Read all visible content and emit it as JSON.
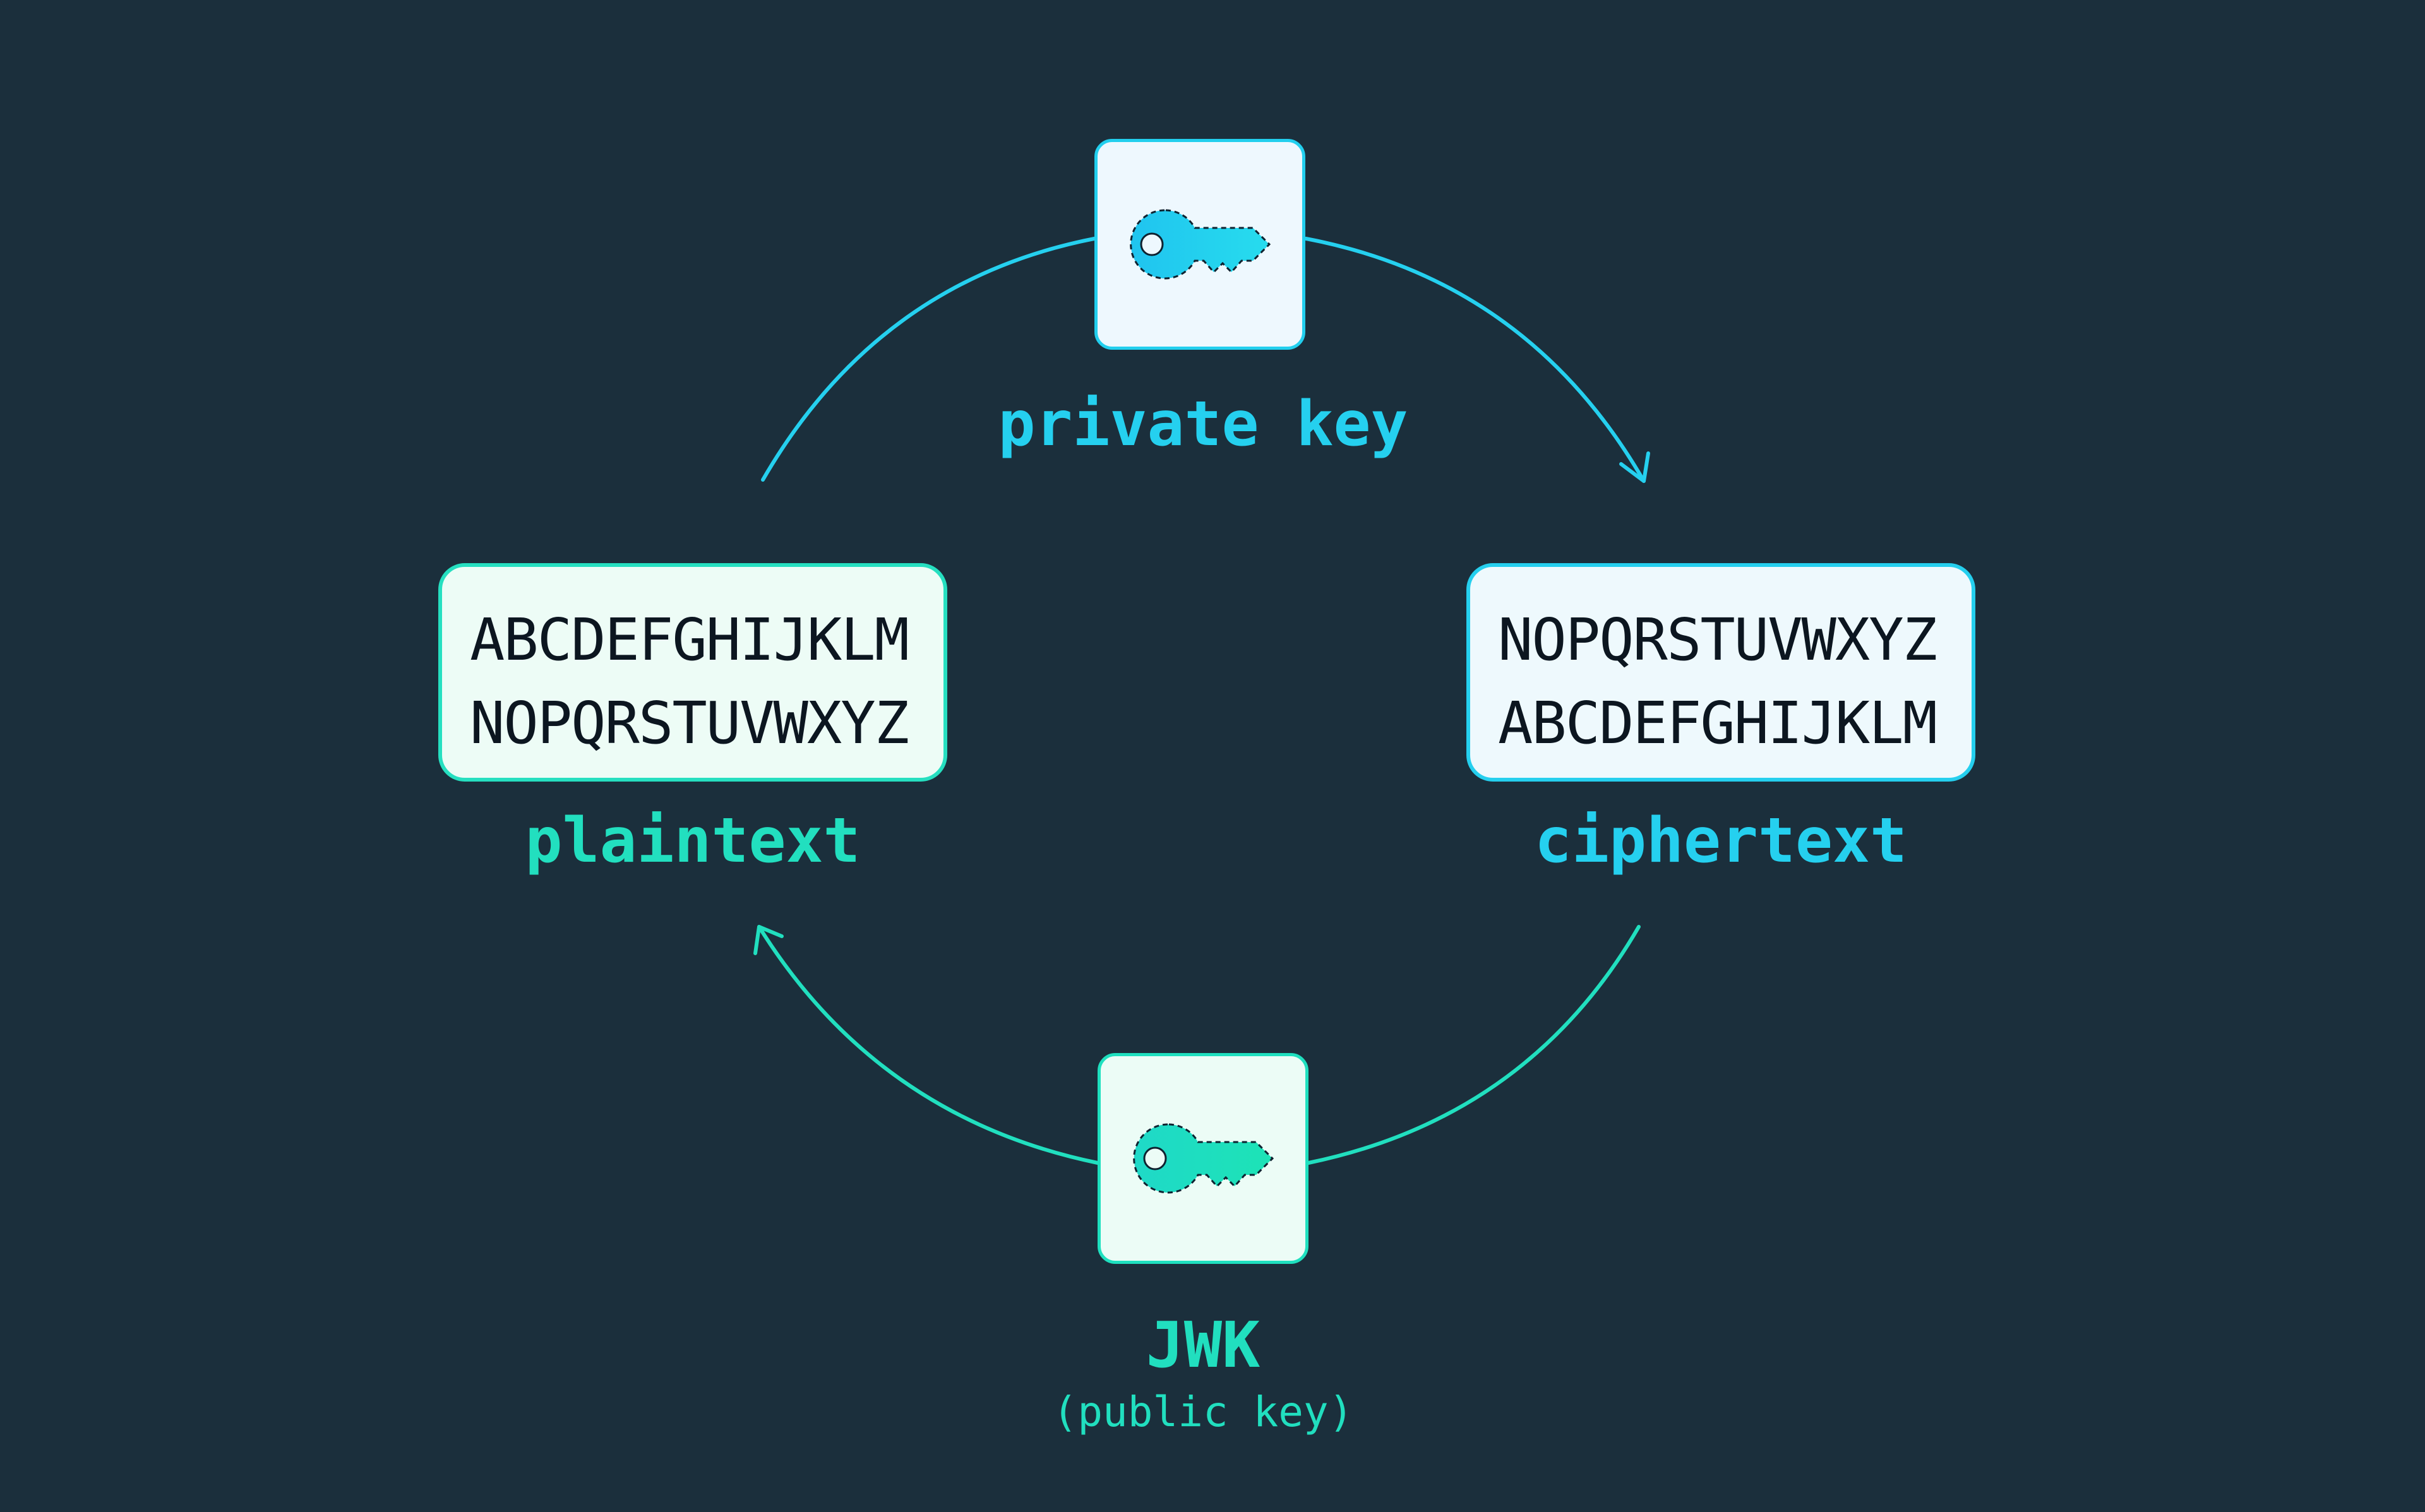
{
  "colors": {
    "background": "#1b2f3c",
    "encrypt_accent": "#25d0ef",
    "decrypt_accent": "#21dfbf",
    "text_dark": "#0c1620"
  },
  "private_key": {
    "icon": "key-icon",
    "label": "private key"
  },
  "public_key": {
    "icon": "key-icon",
    "label": "JWK",
    "sublabel": "(public key)"
  },
  "plaintext": {
    "lines": [
      "ABCDEFGHIJKLM",
      "NOPQRSTUVWXYZ"
    ],
    "label": "plaintext"
  },
  "ciphertext": {
    "lines": [
      "NOPQRSTUVWXYZ",
      "ABCDEFGHIJKLM"
    ],
    "label": "ciphertext"
  }
}
